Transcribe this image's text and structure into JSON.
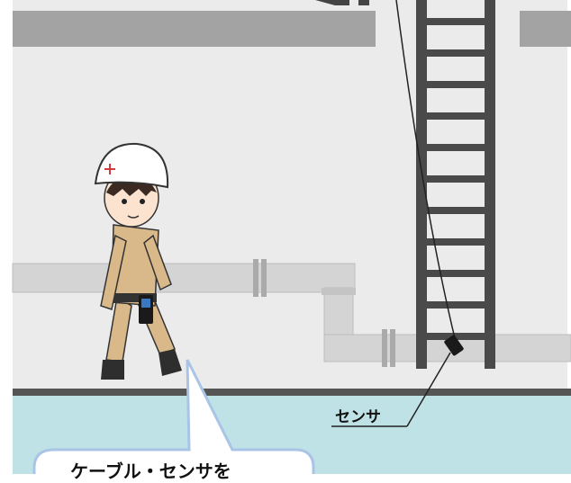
{
  "sensor_label": "センサ",
  "callout_text": "ケーブル・センサを",
  "colors": {
    "wall": "#ebebeb",
    "beam": "#a3a3a3",
    "ladder": "#4a4a4a",
    "pipe": "#d4d4d4",
    "floor_edge": "#555555",
    "water": "#bfe2e6",
    "uniform": "#d9b88a",
    "helmet": "#ffffff",
    "callout_border": "#a9c4e6"
  },
  "icons": [
    "worker-figure",
    "helmet-icon",
    "gas-detector-icon",
    "sensor-icon"
  ]
}
